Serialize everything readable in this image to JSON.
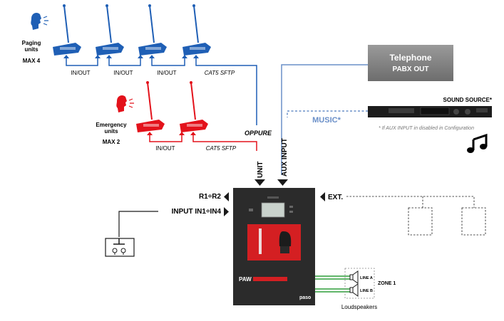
{
  "paging": {
    "label_line1": "Paging",
    "label_line2": "units",
    "max": "MAX 4",
    "links": [
      "IN/OUT",
      "IN/OUT",
      "IN/OUT"
    ],
    "cable": "CAT5 SFTP"
  },
  "emergency": {
    "label_line1": "Emergency",
    "label_line2": "units",
    "max": "MAX 2",
    "link": "IN/OUT",
    "cable": "CAT5 SFTP"
  },
  "oppure": "OPPURE",
  "telephone": {
    "line1": "Telephone",
    "line2": "PABX OUT"
  },
  "sound_source": {
    "title": "SOUND SOURCE*",
    "music": "MUSIC*",
    "note": "* If AUX INPUT in disabled in Configuration"
  },
  "inputs": {
    "unit": "UNIT",
    "aux": "AUX INPUT"
  },
  "left_ports": {
    "relays": "R1÷R2",
    "inputs": "INPUT IN1÷IN4"
  },
  "ext": "EXT.",
  "device": {
    "brand": "PAW",
    "maker": "paso"
  },
  "zone": {
    "line_a": "LINE A",
    "line_b": "LINE B",
    "name": "ZONE 1",
    "speakers": "Loudspeakers"
  },
  "colors": {
    "paging": "#1f5fb5",
    "emergency": "#e3121b",
    "music": "#6a8fc8",
    "speaker_line": "#2e9e3a",
    "device": "#2b2b2b",
    "telephone_box": "#8a8a8a"
  }
}
